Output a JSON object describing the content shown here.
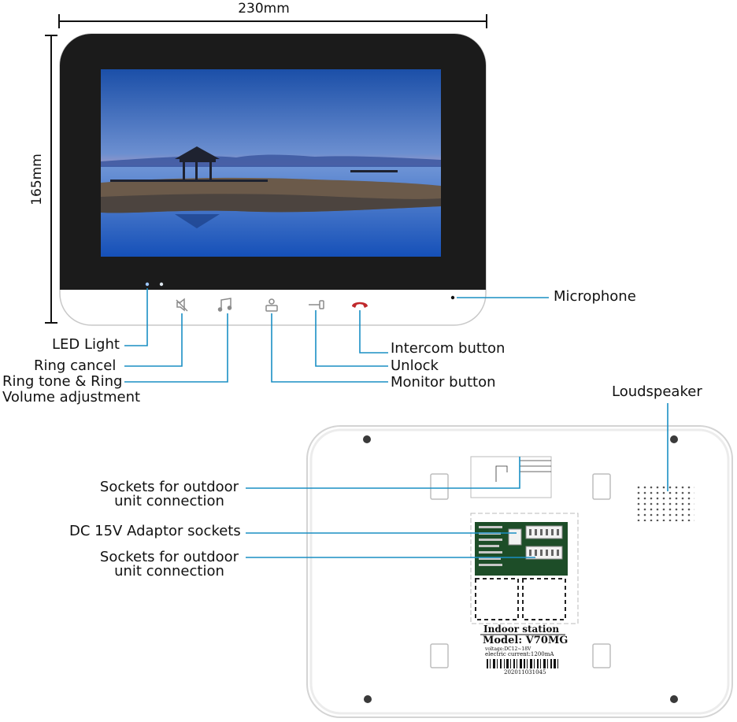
{
  "dimensions": {
    "width": "230mm",
    "height": "165mm"
  },
  "front_labels": {
    "led_light": "LED Light",
    "ring_cancel": "Ring cancel",
    "ring_tone_line1": "Ring tone & Ring",
    "ring_tone_line2": "Volume adjustment",
    "microphone": "Microphone",
    "intercom_button": "Intercom button",
    "unlock": "Unlock",
    "monitor_button": "Monitor button"
  },
  "back_labels": {
    "loudspeaker": "Loudspeaker",
    "sockets_outdoor_1_line1": "Sockets for outdoor",
    "sockets_outdoor_1_line2": "unit connection",
    "dc_adaptor": "DC 15V Adaptor sockets",
    "sockets_outdoor_2_line1": "Sockets for outdoor",
    "sockets_outdoor_2_line2": "unit connection"
  },
  "sticker": {
    "title": "Indoor station",
    "model": "Model: V70MG",
    "voltage": "voltage:DC12~18V",
    "current": "electric current:1200mA",
    "serial": "202011031045"
  },
  "icons": [
    "ring-cancel-icon",
    "music-note-icon",
    "monitor-icon",
    "key-icon",
    "phone-icon"
  ],
  "colors": {
    "leader_line": "#1a8fc4",
    "bezel": "#1a1a1a",
    "body": "#ffffff"
  }
}
